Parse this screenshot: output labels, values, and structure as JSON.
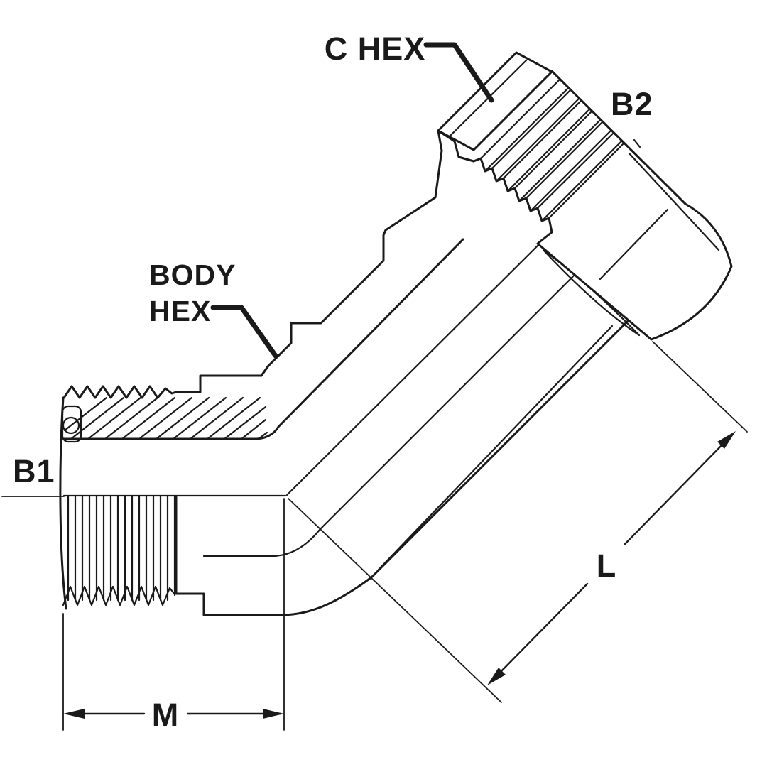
{
  "diagram": {
    "type": "technical-line-drawing",
    "subject": "45-degree elbow hydraulic fitting, male O-ring boss by female swivel",
    "colors": {
      "line": "#1a1a1a",
      "background": "#ffffff"
    },
    "labels": {
      "c_hex": "C HEX",
      "b2": "B2",
      "body_hex_line1": "BODY",
      "body_hex_line2": "HEX",
      "b1": "B1",
      "dim_m": "M",
      "dim_l": "L"
    }
  }
}
